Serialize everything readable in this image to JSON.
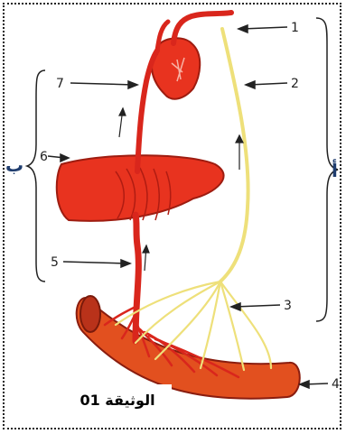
{
  "labels": {
    "l1": "1",
    "l2": "2",
    "l3": "3",
    "l4": "4",
    "l5": "5",
    "l6": "6",
    "l7": "7"
  },
  "side_labels": {
    "left": "ب",
    "right": "أ"
  },
  "caption": "الوثيقة 01",
  "colors": {
    "blood_vessel": "#d9261c",
    "lymph_vessel": "#eee07a",
    "organ": "#e8331f",
    "intestine": "#e2501f"
  }
}
